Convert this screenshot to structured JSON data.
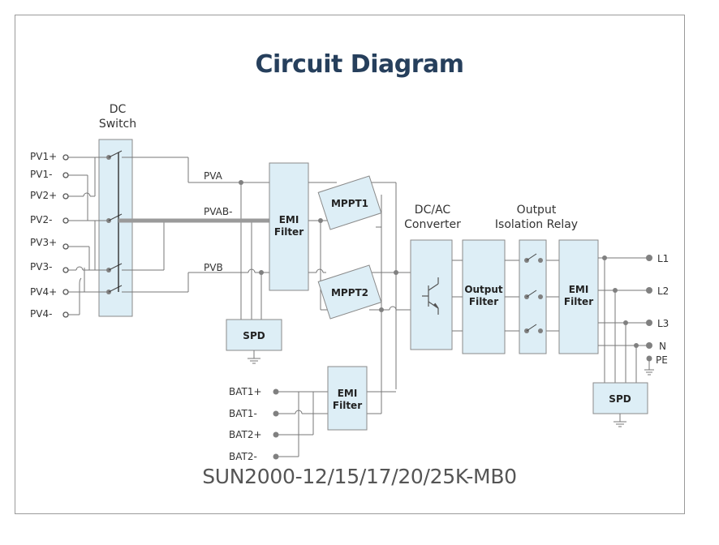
{
  "diagram": {
    "title": "Circuit Diagram",
    "model": "SUN2000-12/15/17/20/25K-MB0",
    "dc_switch": {
      "line1": "DC",
      "line2": "Switch"
    },
    "pv_inputs": [
      "PV1+",
      "PV1-",
      "PV2+",
      "PV2-",
      "PV3+",
      "PV3-",
      "PV4+",
      "PV4-"
    ],
    "bus_labels": {
      "pva": "PVA",
      "pvab": "PVAB-",
      "pvb": "PVB"
    },
    "emi_filter": {
      "line1": "EMI",
      "line2": "Filter"
    },
    "mppt1": "MPPT1",
    "mppt2": "MPPT2",
    "spd": "SPD",
    "battery_inputs": [
      "BAT1+",
      "BAT1-",
      "BAT2+",
      "BAT2-"
    ],
    "dcac": {
      "line1": "DC/AC",
      "line2": "Converter"
    },
    "output_filter": {
      "line1": "Output",
      "line2": "Filter"
    },
    "relay": {
      "line1": "Output",
      "line2": "Isolation Relay"
    },
    "ac_outputs": [
      "L1",
      "L2",
      "L3",
      "N",
      "PE"
    ],
    "colors": {
      "title": "#263f5c",
      "block_fill": "#ddeef6",
      "wire": "#777777"
    }
  }
}
